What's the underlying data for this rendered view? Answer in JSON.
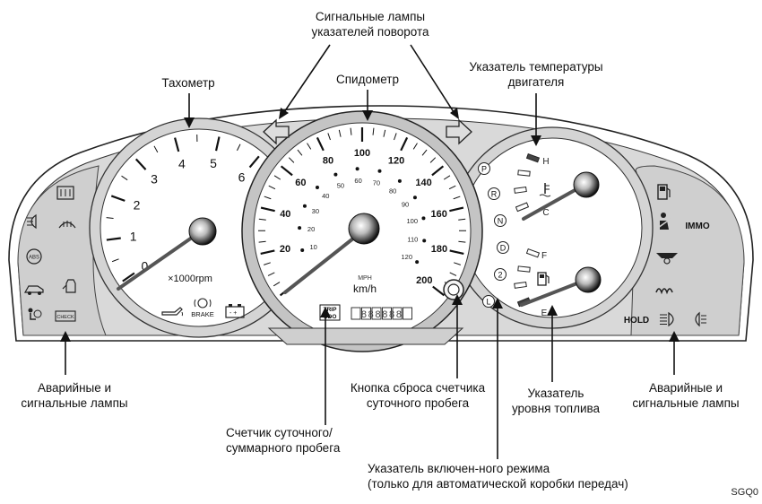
{
  "callouts": {
    "turn_signals": [
      "Сигнальные лампы",
      "указателей поворота"
    ],
    "tachometer": "Тахометр",
    "speedometer": "Спидометр",
    "temperature": [
      "Указатель температуры",
      "двигателя"
    ],
    "warning_left": [
      "Аварийные и",
      "сигнальные лампы"
    ],
    "warning_right": [
      "Аварийные и",
      "сигнальные лампы"
    ],
    "trip_odo": [
      "Счетчик суточного/",
      "суммарного пробега"
    ],
    "reset_button": [
      "Кнопка сброса счетчика",
      "суточного пробега"
    ],
    "fuel": [
      "Указатель",
      "уровня топлива"
    ],
    "gear_mode": [
      "Указатель включен-ного режима",
      "(только для автоматической коробки передач)"
    ]
  },
  "tachometer": {
    "numbers": [
      "0",
      "1",
      "2",
      "3",
      "4",
      "5",
      "6"
    ],
    "unit": "×1000rpm"
  },
  "speedometer": {
    "kmh_numbers": [
      "20",
      "40",
      "60",
      "80",
      "100",
      "120",
      "140",
      "160",
      "180",
      "200"
    ],
    "mph_numbers": [
      "10",
      "20",
      "30",
      "40",
      "50",
      "60",
      "70",
      "80",
      "90",
      "100",
      "110",
      "120"
    ],
    "mph_label": "MPH",
    "kmh_label": "km/h",
    "trip_label": "TRIP",
    "odo_label": "ODO",
    "odometer_value": "888888"
  },
  "gear_indicator": [
    "P",
    "R",
    "N",
    "D",
    "2",
    "L"
  ],
  "temp_gauge": {
    "hot": "H",
    "cold": "C"
  },
  "fuel_gauge": {
    "full": "F",
    "empty": "E"
  },
  "tell_tales": {
    "brake_label": "BRAKE",
    "check_label": "CHECK",
    "abs_label": "ABS",
    "immo_label": "IMMO",
    "hold_label": "HOLD"
  },
  "image_code": "SGQ0"
}
